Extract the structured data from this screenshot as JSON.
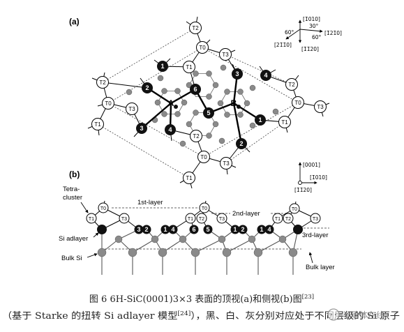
{
  "panel_a": {
    "label": "(a)",
    "directions": {
      "up": "[1̄010]",
      "right": "[1̄21̄0]",
      "lower_left": "[21̄1̄0]",
      "down": "[1̄1̄20]",
      "angle_left": "60°",
      "angle_top": "30°",
      "angle_right": "60°"
    },
    "white_atoms": [
      "T2",
      "T0",
      "T3",
      "T1",
      "T2",
      "T0",
      "T3",
      "T1",
      "T2",
      "T0",
      "T3",
      "T1",
      "T2",
      "T0",
      "T3",
      "T1"
    ],
    "black_atoms": [
      "1",
      "3",
      "4",
      "2",
      "6",
      "5",
      "3",
      "4",
      "1",
      "2"
    ],
    "sites": [
      "A",
      "B"
    ]
  },
  "panel_b": {
    "label": "(b)",
    "directions": {
      "up": "[0001]",
      "right": "[1̄010]",
      "out": "[1̄1̄20]"
    },
    "labels": {
      "tetra_cluster_line1": "Tetra-",
      "tetra_cluster_line2": "cluster",
      "si_adlayer": "Si adlayer",
      "bulk_si": "Bulk Si",
      "first_layer": "1st-layer",
      "second_layer": "2nd-layer",
      "third_layer": "3rd-layer",
      "bulk_layer": "Bulk layer"
    },
    "white_atoms": [
      "T0",
      "T1",
      "T3",
      "T0",
      "T1",
      "T2",
      "T3",
      "T0",
      "T1",
      "T2",
      "T3"
    ],
    "black_atoms": [
      "3",
      "2",
      "1",
      "4",
      "6",
      "5",
      "1",
      "2",
      "1",
      "4"
    ]
  },
  "caption": {
    "line1_main": "图 6 6H-SiC(0001)3×3 表面的顶视(a)和侧视(b)图",
    "line1_ref": "[23]",
    "line2_a": "（基于 Starke 的扭转 Si adlayer 模型",
    "line2_ref": "[24]",
    "line2_b": "），黑、白、灰分别对应处于不同层级的 Si 原子"
  },
  "watermark": "半导体在线",
  "colors": {
    "black_atom": "#111111",
    "white_atom": "#ffffff",
    "gray_atom": "#8a8a8a"
  }
}
